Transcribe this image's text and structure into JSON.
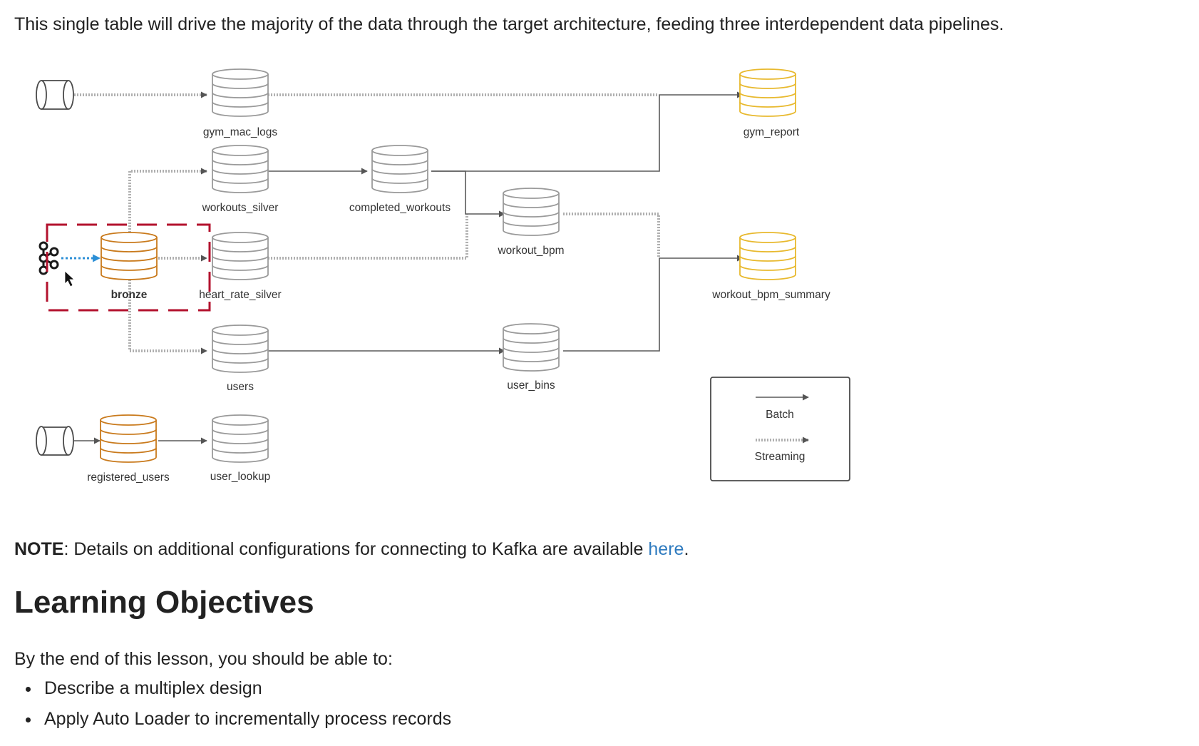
{
  "intro_text": "This single table will drive the majority of the data through the target architecture, feeding three interdependent data pipelines.",
  "diagram": {
    "nodes": {
      "gym_mac_logs": "gym_mac_logs",
      "workouts_silver": "workouts_silver",
      "completed_workouts": "completed_workouts",
      "workout_bpm": "workout_bpm",
      "bronze": "bronze",
      "heart_rate_silver": "heart_rate_silver",
      "users": "users",
      "user_bins": "user_bins",
      "registered_users": "registered_users",
      "user_lookup": "user_lookup",
      "gym_report": "gym_report",
      "workout_bpm_summary": "workout_bpm_summary"
    },
    "legend": {
      "batch": "Batch",
      "streaming": "Streaming"
    },
    "colors": {
      "silver": "#9a9a9a",
      "bronze": "#c97a1c",
      "gold": "#e8b92e",
      "highlight": "#b3122e",
      "kafka_stream": "#2c8fd6"
    }
  },
  "note": {
    "bold": "NOTE",
    "text": ": Details on additional configurations for connecting to Kafka are available ",
    "link": "here",
    "end": "."
  },
  "heading": "Learning Objectives",
  "lead": "By the end of this lesson, you should be able to:",
  "objectives": [
    "Describe a multiplex design",
    "Apply Auto Loader to incrementally process records"
  ]
}
